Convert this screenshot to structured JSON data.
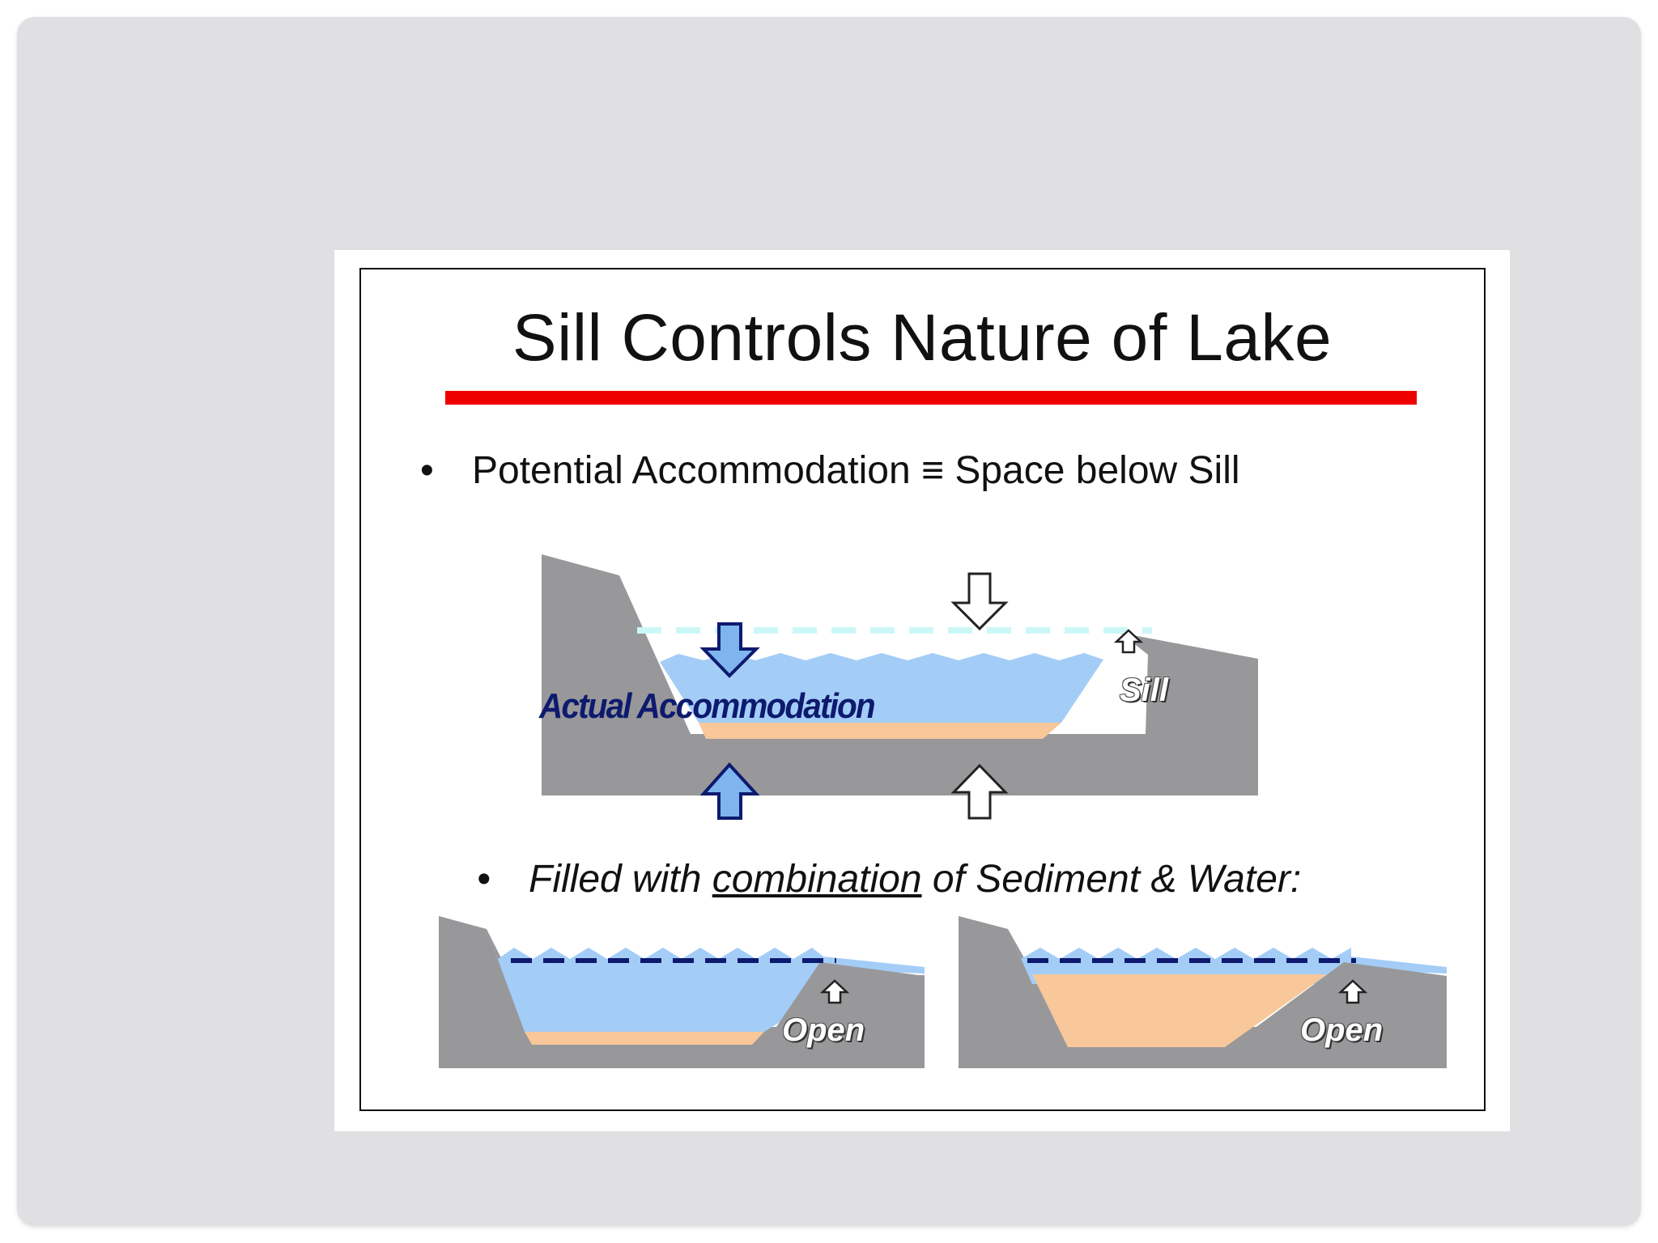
{
  "slide": {
    "title": "Sill Controls Nature of Lake",
    "bullet1": {
      "marker": "•",
      "text": "Potential Accommodation ≡ Space below Sill"
    },
    "bullet2": {
      "marker": "•",
      "before": "Filled with ",
      "underlined": "combination",
      "after": " of Sediment & Water:"
    }
  },
  "diagram": {
    "main_label": "Actual Accommodation",
    "sill_label": "Sill",
    "left_panel_label": "Open",
    "right_panel_label": "Open"
  },
  "colors": {
    "rock": "#98989a",
    "water": "#a3cdf7",
    "sediment": "#f8c79a",
    "title_rule": "#ee0000",
    "label_blue": "#0d1a6e",
    "potential_line": "#ccf7f7",
    "lake_level_line": "#0d1a6e"
  }
}
